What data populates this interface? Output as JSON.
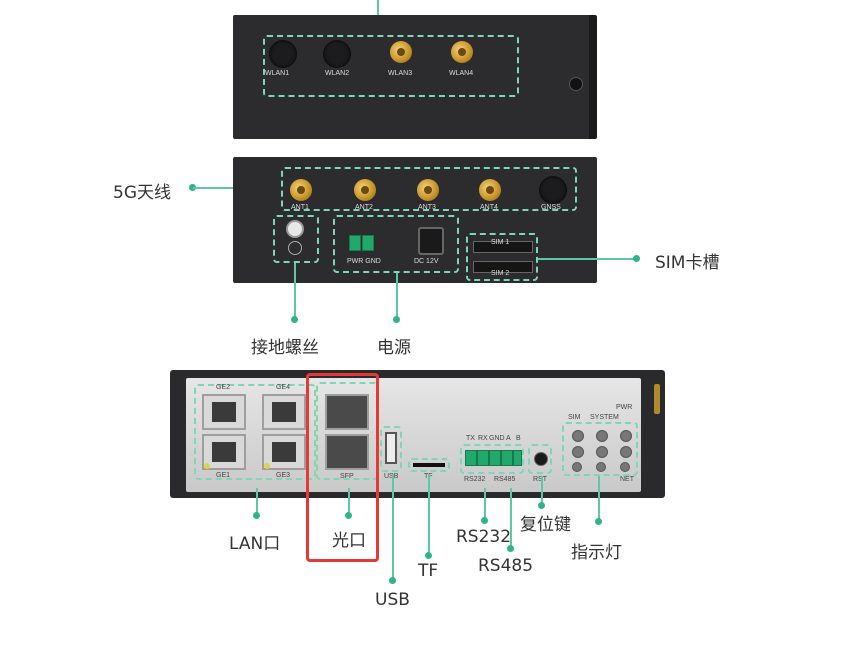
{
  "top_panel": {
    "ports": [
      "WLAN1",
      "WLAN2",
      "WLAN3",
      "WLAN4"
    ]
  },
  "middle_panel": {
    "antenna_ports": [
      "ANT1",
      "ANT2",
      "ANT3",
      "ANT4",
      "GNSS"
    ],
    "power_caption": "PWR  GND",
    "dc_caption": "DC 12V",
    "sim_slots": [
      "SIM 1",
      "SIM 2"
    ]
  },
  "bottom_panel": {
    "lan_ports": [
      "GE1",
      "GE2",
      "GE3",
      "GE4"
    ],
    "sfp_caption": "SFP",
    "usb_caption": "USB",
    "tf_caption": "TF",
    "serial_top": [
      "TX",
      "RX",
      "GND",
      "A",
      "B"
    ],
    "rs232_caption": "RS232",
    "rs485_caption": "RS485",
    "rst_caption": "RST",
    "indicator_captions": [
      "PWR",
      "SYSTEM",
      "SIM",
      "NET"
    ]
  },
  "callouts": {
    "antenna_5g": "5G天线",
    "sim_slot": "SIM卡槽",
    "ground_screw": "接地螺丝",
    "power": "电源",
    "lan": "LAN口",
    "optical": "光口",
    "usb": "USB",
    "tf": "TF",
    "rs232": "RS232",
    "rs485": "RS485",
    "reset": "复位键",
    "indicator": "指示灯"
  },
  "colors": {
    "accent_line": "#5cc8a8",
    "highlight_box": "#e53935"
  }
}
